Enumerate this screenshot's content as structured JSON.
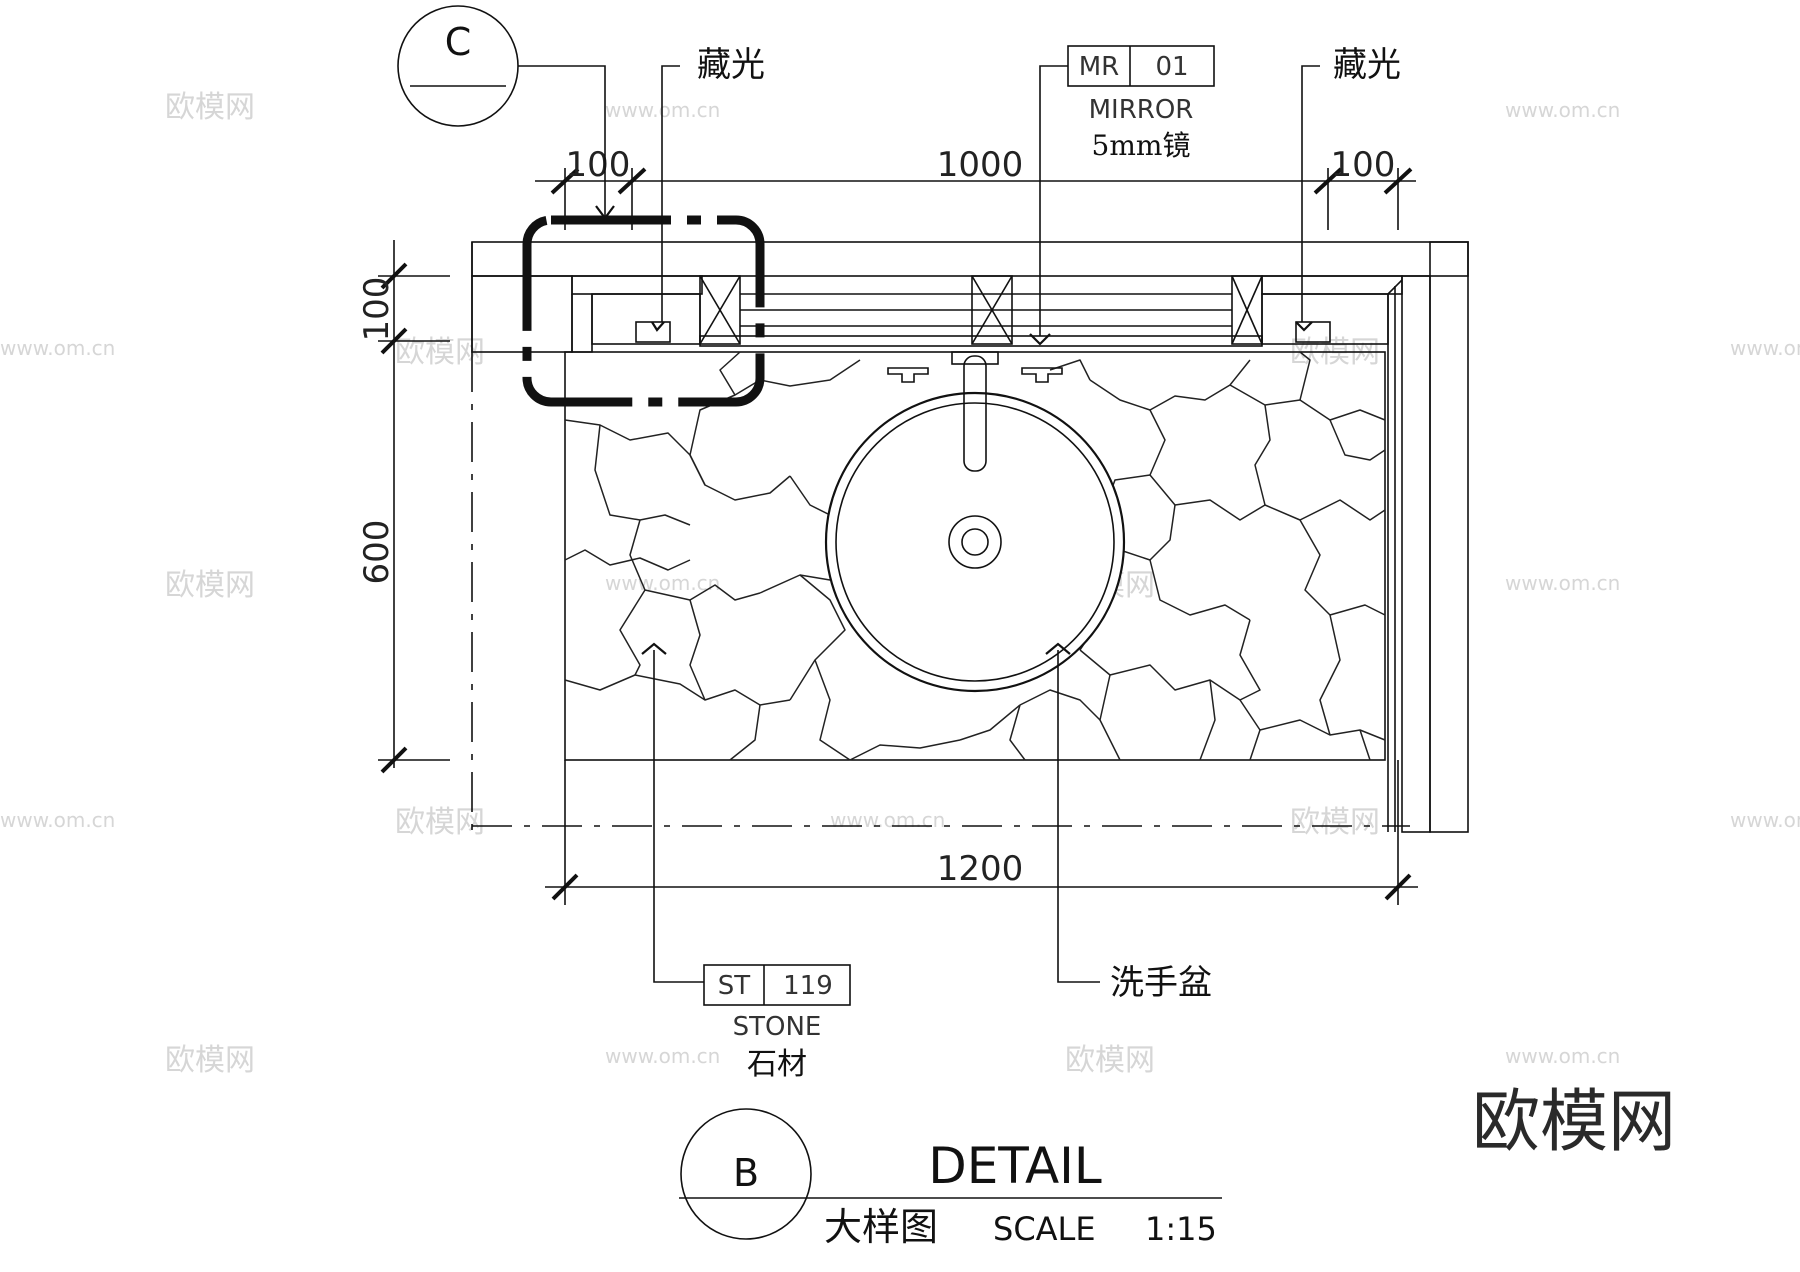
{
  "callouts": {
    "section_marker": "C",
    "hidden_light_left": "藏光",
    "hidden_light_right": "藏光",
    "mirror_code": "MR",
    "mirror_number": "01",
    "mirror_en": "MIRROR",
    "mirror_cn": "5mm镜",
    "stone_code": "ST",
    "stone_number": "119",
    "stone_en": "STONE",
    "stone_cn": "石材",
    "basin_cn": "洗手盆"
  },
  "dimensions": {
    "top_left": "100",
    "top_middle": "1000",
    "top_right": "100",
    "left_upper": "100",
    "left_lower": "600",
    "bottom": "1200"
  },
  "title_block": {
    "marker": "B",
    "title": "DETAIL",
    "subtitle_cn": "大样图",
    "scale_label": "SCALE",
    "scale_value": "1:15"
  },
  "watermark": {
    "brand": "欧模网",
    "site": "www.om.cn"
  }
}
